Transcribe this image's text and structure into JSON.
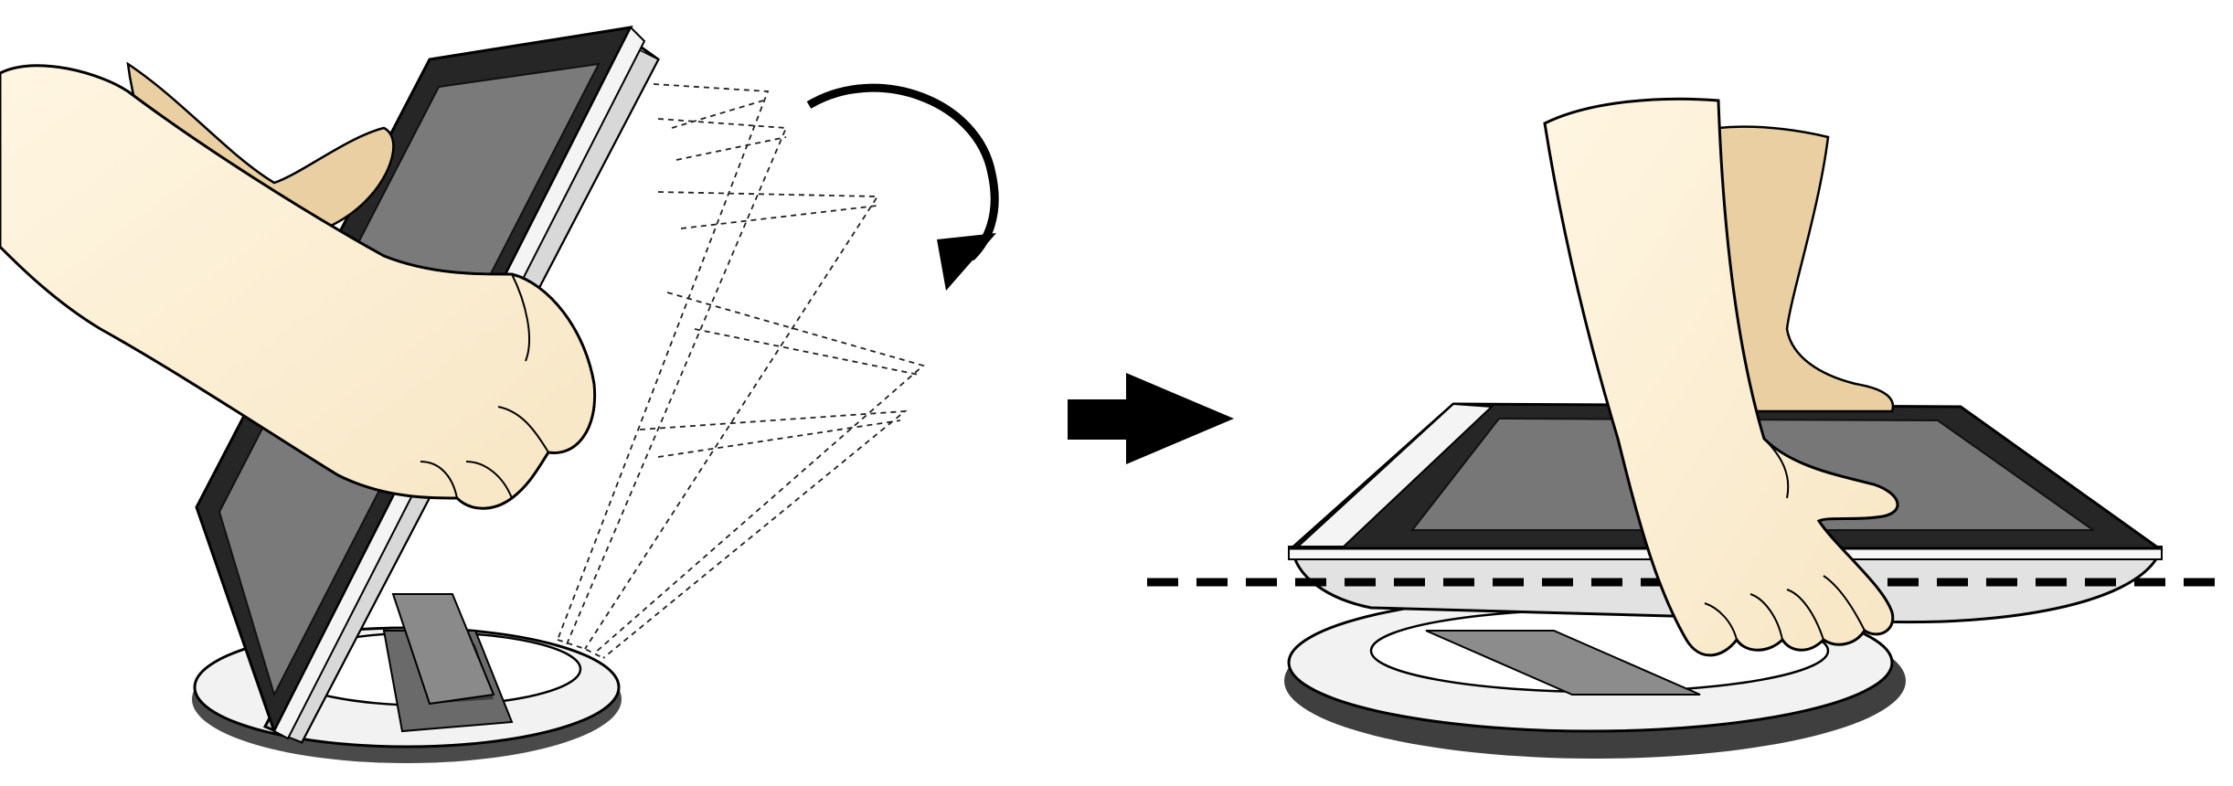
{
  "figure": {
    "panels": [
      {
        "name": "tilt-monitor-back",
        "motion": "rotate-clockwise"
      },
      {
        "name": "monitor-lying-flat",
        "reference": "dashed-line"
      }
    ],
    "transition": "arrow-right"
  },
  "colors": {
    "skin_light": "#fbeed2",
    "skin_shadow": "#e9cfa1",
    "bezel": "#222222",
    "screen": "#767676",
    "silver": "#e6e6e6",
    "stand_dark": "#5a5a5a",
    "outline": "#000000"
  }
}
